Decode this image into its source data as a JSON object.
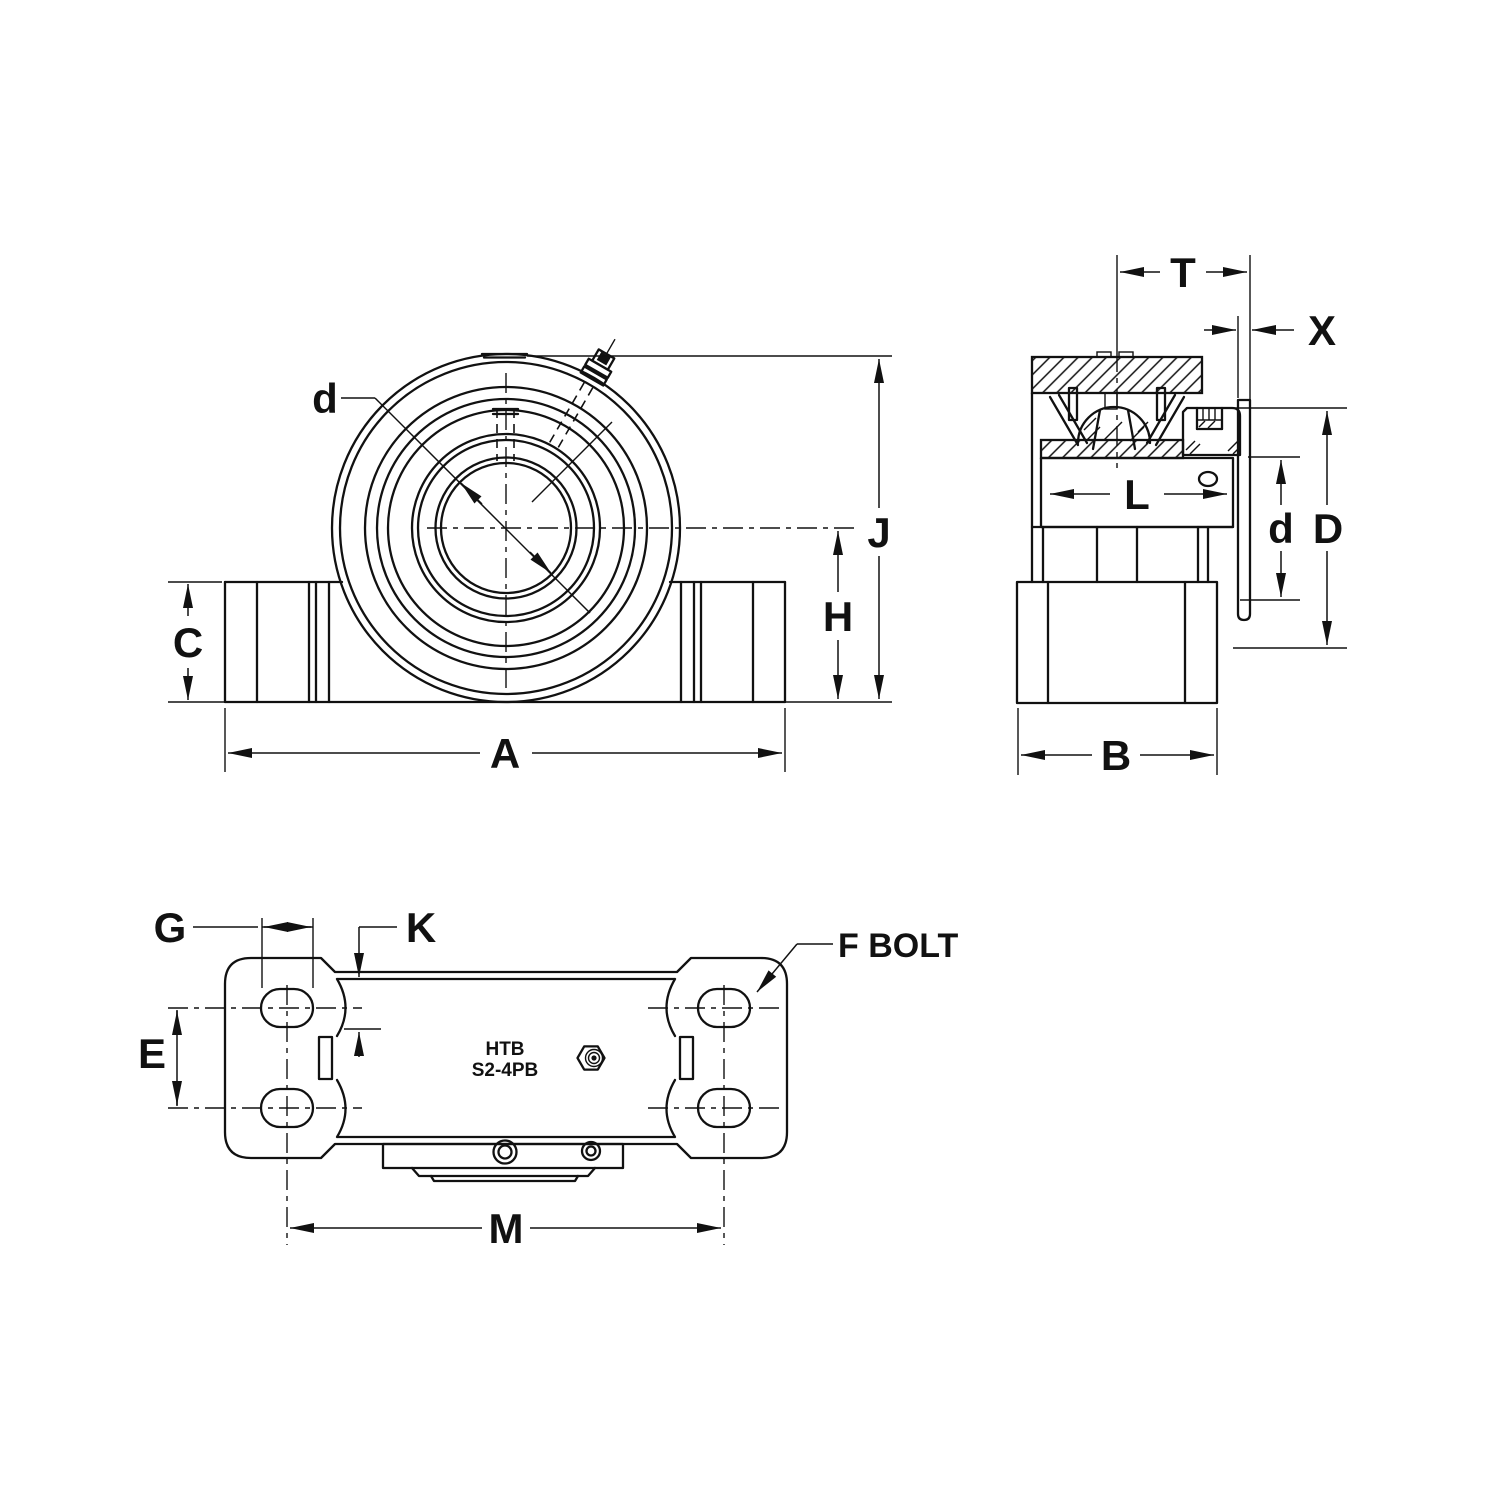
{
  "labels": {
    "front": {
      "bore_diameter": "d",
      "overall_height": "J",
      "center_height": "H",
      "base_height": "C",
      "base_length": "A"
    },
    "side": {
      "total_width": "T",
      "flinger_width": "X",
      "sleeve_length": "L",
      "shaft_diameter": "d",
      "insert_diameter": "D",
      "base_width": "B"
    },
    "bottom": {
      "slot_width": "G",
      "slot_edge_offset": "K",
      "slot_row_spacing": "E",
      "bolt_center_spacing": "M",
      "bolt_callout": "F BOLT"
    }
  },
  "part_marking": {
    "brand": "HTB",
    "model": "S2-4PB"
  },
  "colors": {
    "line": "#111111",
    "background": "#ffffff"
  }
}
